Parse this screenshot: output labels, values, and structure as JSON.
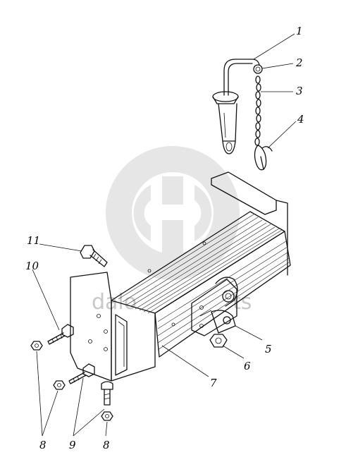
{
  "watermark": {
    "text": "dalo",
    "text2": "ts",
    "color": "#cfcfcf"
  },
  "callouts": [
    {
      "id": "1",
      "label": "1"
    },
    {
      "id": "2",
      "label": "2"
    },
    {
      "id": "3",
      "label": "3"
    },
    {
      "id": "4",
      "label": "4"
    },
    {
      "id": "5",
      "label": "5"
    },
    {
      "id": "6",
      "label": "6"
    },
    {
      "id": "7",
      "label": "7"
    },
    {
      "id": "8a",
      "label": "8"
    },
    {
      "id": "8b",
      "label": "8"
    },
    {
      "id": "9",
      "label": "9"
    },
    {
      "id": "10",
      "label": "10"
    },
    {
      "id": "11",
      "label": "11"
    }
  ],
  "parts": [
    "pin",
    "split-ring",
    "chain",
    "cotter-clip",
    "hitch-bracket",
    "nut",
    "bumper-beam",
    "nut",
    "bolt",
    "bolt",
    "screw",
    "washer"
  ]
}
